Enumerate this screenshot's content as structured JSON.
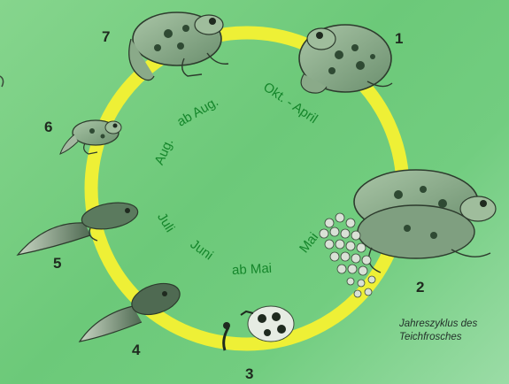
{
  "diagram": {
    "stages": [
      "1",
      "2",
      "3",
      "4",
      "5",
      "6",
      "7"
    ],
    "months": {
      "oct_apr": "Okt. - April",
      "mai": "Mai",
      "ab_mai": "ab Mai",
      "juni": "Juni",
      "juli": "Juli",
      "aug": "Aug.",
      "ab_aug": "ab Aug."
    },
    "caption": {
      "line1": "Jahreszyklus des",
      "line2": "Teichfrosches"
    },
    "colors": {
      "background": "#74cc80",
      "ring": "#eef036",
      "month_text": "#15862b",
      "frog_body": "#7aa07c",
      "frog_spot": "#2f4a33"
    }
  }
}
